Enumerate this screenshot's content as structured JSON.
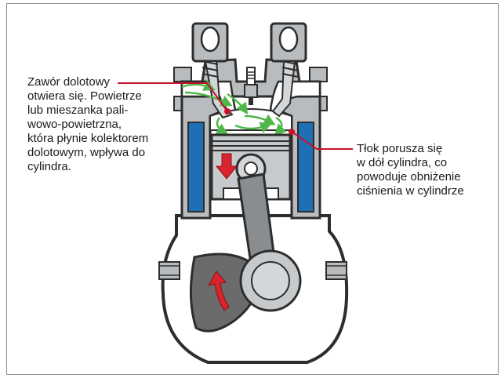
{
  "annotations": {
    "intake_valve": "Zawór dolotowy\notwiera się. Powietrze\nlub mieszanka pali-\nwowo-powietrzna,\nktóra płynie kolektorem\ndolotowym, wpływa do\ncylindra.",
    "piston": "Tłok porusza się\nw dół cylindra, co\npowoduje obniżenie\nciśnienia w cylindrze"
  },
  "colors": {
    "engine_metal": "#b9bcbf",
    "engine_dark": "#2d2d2d",
    "coolant": "#1f6fb5",
    "block_light": "#d4d7d9",
    "airflow": "#4fb84a",
    "arrow_red": "#d9232d",
    "leader_red": "#c8102e"
  },
  "icons": [
    "intake-valve",
    "exhaust-valve",
    "spark-plug",
    "piston",
    "connecting-rod",
    "crankshaft",
    "downward-arrow",
    "rotation-arrow"
  ]
}
